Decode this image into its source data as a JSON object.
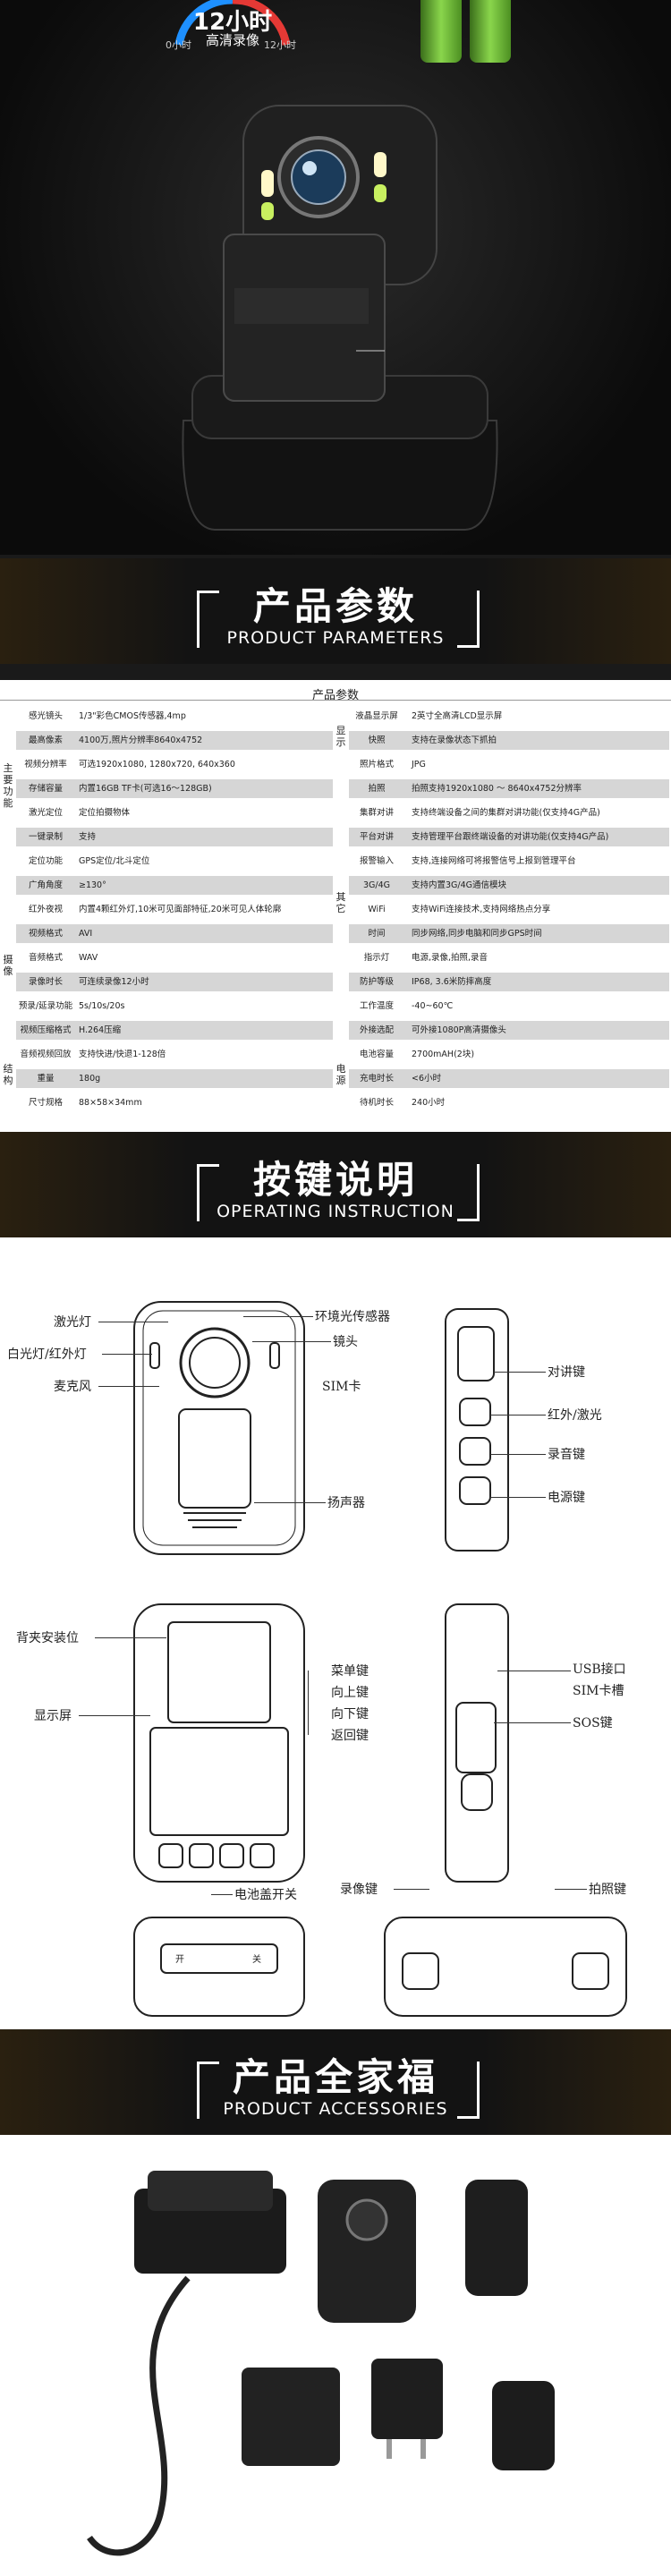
{
  "hero": {
    "gauge_big": "12小时",
    "gauge_sub": "高清录像",
    "gauge_start": "0小时",
    "gauge_end": "12小时",
    "colors": {
      "battery_green": "#8ad64c",
      "gauge_blue": "#1e90ff",
      "gauge_red": "#e53935"
    }
  },
  "banners": {
    "params": {
      "title": "产品参数",
      "subtitle": "PRODUCT PARAMETERS"
    },
    "ops": {
      "title": "按键说明",
      "subtitle": "OPERATING INSTRUCTION"
    },
    "acc": {
      "title": "产品全家福",
      "subtitle": "PRODUCT ACCESSORIES"
    }
  },
  "spec": {
    "title": "产品参数",
    "groups": {
      "main": "主要功能",
      "video": "摄像",
      "structure": "结构",
      "display": "显示",
      "other": "其它",
      "power": "电源"
    },
    "left": [
      {
        "label": "感光镜头",
        "value": "1/3\"彩色CMOS传感器,4mp"
      },
      {
        "label": "最高像素",
        "value": "4100万,照片分辨率8640x4752"
      },
      {
        "label": "视频分辨率",
        "value": "可选1920x1080, 1280x720, 640x360"
      },
      {
        "label": "存储容量",
        "value": "内置16GB TF卡(可选16～128GB)"
      },
      {
        "label": "激光定位",
        "value": "定位拍摄物体"
      },
      {
        "label": "一键录制",
        "value": "支持"
      },
      {
        "label": "定位功能",
        "value": "GPS定位/北斗定位"
      },
      {
        "label": "广角角度",
        "value": "≥130°"
      },
      {
        "label": "红外夜视",
        "value": "内置4颗红外灯,10米可见面部特征,20米可见人体轮廓"
      },
      {
        "label": "视频格式",
        "value": "AVI"
      },
      {
        "label": "音频格式",
        "value": "WAV"
      },
      {
        "label": "录像时长",
        "value": "可连续录像12小时"
      },
      {
        "label": "预录/延录功能",
        "value": "5s/10s/20s"
      },
      {
        "label": "视频压缩格式",
        "value": "H.264压缩"
      },
      {
        "label": "音频视频回放",
        "value": "支持快进/快退1-128倍"
      },
      {
        "label": "重量",
        "value": "180g"
      },
      {
        "label": "尺寸规格",
        "value": "88×58×34mm"
      }
    ],
    "right": [
      {
        "label": "液晶显示屏",
        "value": "2英寸全高清LCD显示屏"
      },
      {
        "label": "快照",
        "value": "支持在录像状态下抓拍"
      },
      {
        "label": "照片格式",
        "value": "JPG"
      },
      {
        "label": "拍照",
        "value": "拍照支持1920x1080 ～ 8640x4752分辨率"
      },
      {
        "label": "集群对讲",
        "value": "支持终端设备之间的集群对讲功能(仅支持4G产品)"
      },
      {
        "label": "平台对讲",
        "value": "支持管理平台跟终端设备的对讲功能(仅支持4G产品)"
      },
      {
        "label": "报警输入",
        "value": "支持,连接网络可将报警信号上报到管理平台"
      },
      {
        "label": "3G/4G",
        "value": "支持内置3G/4G通信模块"
      },
      {
        "label": "WiFi",
        "value": "支持WiFi连接技术,支持网络热点分享"
      },
      {
        "label": "时间",
        "value": "同步网络,同步电脑和同步GPS时间"
      },
      {
        "label": "指示灯",
        "value": "电源,录像,拍照,录音"
      },
      {
        "label": "防护等级",
        "value": "IP68, 3.6米防摔高度"
      },
      {
        "label": "工作温度",
        "value": "-40~60℃"
      },
      {
        "label": "外接选配",
        "value": "可外接1080P高清摄像头"
      },
      {
        "label": "电池容量",
        "value": "2700mAH(2块)"
      },
      {
        "label": "充电时长",
        "value": "<6小时"
      },
      {
        "label": "待机时长",
        "value": "240小时"
      }
    ]
  },
  "ops": {
    "front": {
      "laser": "激光灯",
      "white_ir": "白光灯/红外灯",
      "mic": "麦克风",
      "ambient": "环境光传感器",
      "lens": "镜头",
      "sim": "SIM卡",
      "speaker": "扬声器"
    },
    "side": {
      "talk": "对讲键",
      "ir_laser": "红外/激光",
      "audio": "录音键",
      "power": "电源键"
    },
    "back": {
      "clip": "背夹安装位",
      "screen": "显示屏",
      "menu": "菜单键",
      "up": "向上键",
      "down": "向下键",
      "back": "返回键"
    },
    "side2": {
      "usb": "USB接口",
      "sim_slot": "SIM卡槽",
      "sos": "SOS键"
    },
    "bottom": {
      "battery_switch": "电池盖开关",
      "record": "录像键",
      "photo": "拍照键",
      "switch_open": "开",
      "switch_close": "关"
    }
  }
}
